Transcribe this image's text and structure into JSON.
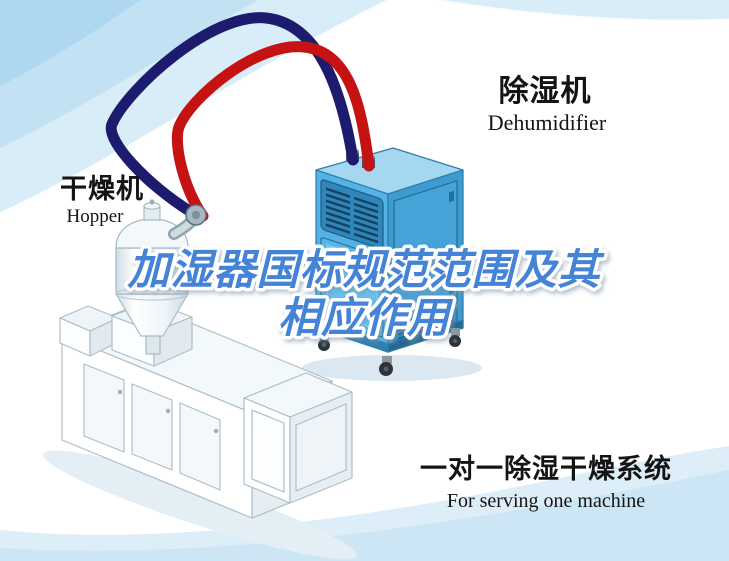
{
  "equipment_labels": {
    "dehumidifier": {
      "zh": "除湿机",
      "en": "Dehumidifier"
    },
    "hopper": {
      "zh": "干燥机",
      "en": "Hopper"
    }
  },
  "title": {
    "line1": "加湿器国标规范范围及其",
    "line2": "相应作用",
    "color": "#4583d6"
  },
  "caption": {
    "zh": "一对一除湿干燥系统",
    "en": "For serving one machine"
  },
  "illustration": {
    "pipe_supply_color": "#c51212",
    "pipe_return_color": "#1c1b6e",
    "dehumidifier_body_color": "#54b3e4",
    "dehumidifier_side_color": "#3d9bd0",
    "dehumidifier_top_color": "#a6d7f1",
    "background_accent_color": "#c2e2f4"
  }
}
